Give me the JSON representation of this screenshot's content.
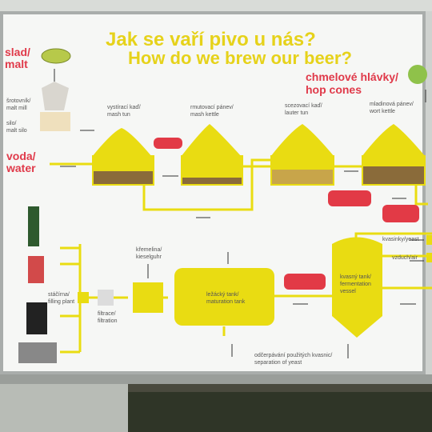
{
  "title": {
    "cz": "Jak se vaří pivo u nás?",
    "en": "How do we brew our beer?"
  },
  "inputs": {
    "malt": "slad/\nmalt",
    "water": "voda/\nwater",
    "hops": "chmelové hlávky/\nhop cones"
  },
  "labels": {
    "malt_mill": "šrotovník/\nmalt mill",
    "malt_silo": "silo/\nmalt silo",
    "mash_tun": "vystírací kaď/\nmash tun",
    "mash_kettle": "rmutovací pánev/\nmash kettle",
    "lauter_tun": "scezovací kaď/\nlauter tun",
    "wort_kettle": "mladinová pánev/\nwort kettle",
    "kieselguhr": "křemelina/\nkieselguhr",
    "filling_plant": "stáčírna/\nfilling plant",
    "filtration": "filtrace/\nfiltration",
    "maturation_tank": "ležácký tank/\nmaturation tank",
    "fermentation_vessel": "kvasný tank/\nfermentation\nvessel",
    "yeast": "kvasinky/yeast",
    "air": "vzduch/air",
    "separation": "odčerpávání použitých kvasnic/\nseparation of yeast"
  },
  "colors": {
    "yellow": "#e9dc12",
    "red": "#e23a46",
    "board": "#f6f7f5"
  }
}
